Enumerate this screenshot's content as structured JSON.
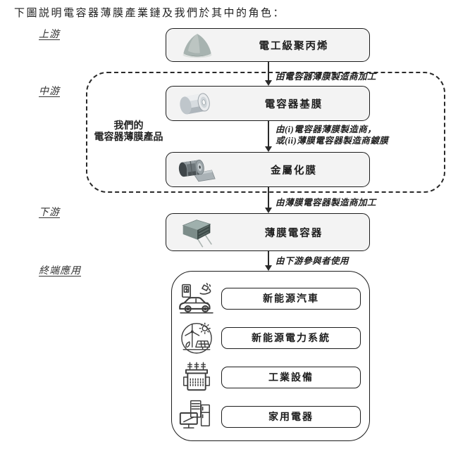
{
  "page_title": "下圖説明電容器薄膜產業鏈及我們於其中的角色：",
  "stage_labels": [
    {
      "id": "upstream",
      "label": "上游"
    },
    {
      "id": "midstream",
      "label": "中游"
    },
    {
      "id": "downstream",
      "label": "下游"
    },
    {
      "id": "end-applications",
      "label": "終端應用"
    }
  ],
  "our_products": {
    "line1": "我們的",
    "line2": "電容器薄膜產品"
  },
  "chain_nodes": [
    {
      "id": "electrical-grade-polypropylene",
      "label": "電工級聚丙烯",
      "image": "polypropylene-powder"
    },
    {
      "id": "capacitor-base-film",
      "label": "電容器基膜",
      "image": "film-roll"
    },
    {
      "id": "metallized-film",
      "label": "金屬化膜",
      "image": "metallized-film-roll"
    },
    {
      "id": "film-capacitor",
      "label": "薄膜電容器",
      "image": "film-capacitor-component"
    }
  ],
  "arrow_labels": [
    {
      "id": "a1",
      "lines": [
        "由電容器薄膜製造商加工"
      ]
    },
    {
      "id": "a2",
      "lines": [
        "由(i)電容器薄膜製造商，",
        "或(ii)薄膜電容器製造商鍍膜"
      ]
    },
    {
      "id": "a3",
      "lines": [
        "由薄膜電容器製造商加工"
      ]
    },
    {
      "id": "a4",
      "lines": [
        "由下游參與者使用"
      ]
    }
  ],
  "end_applications": [
    {
      "label": "新能源汽車",
      "icon": "ev-car-icon"
    },
    {
      "label": "新能源電力系統",
      "icon": "renewable-power-icon"
    },
    {
      "label": "工業設備",
      "icon": "industrial-equipment-icon"
    },
    {
      "label": "家用電器",
      "icon": "home-appliances-icon"
    }
  ],
  "colors": {
    "node_fill": "#f3f3f3",
    "border": "#1c1c1c",
    "background": "#ffffff"
  }
}
